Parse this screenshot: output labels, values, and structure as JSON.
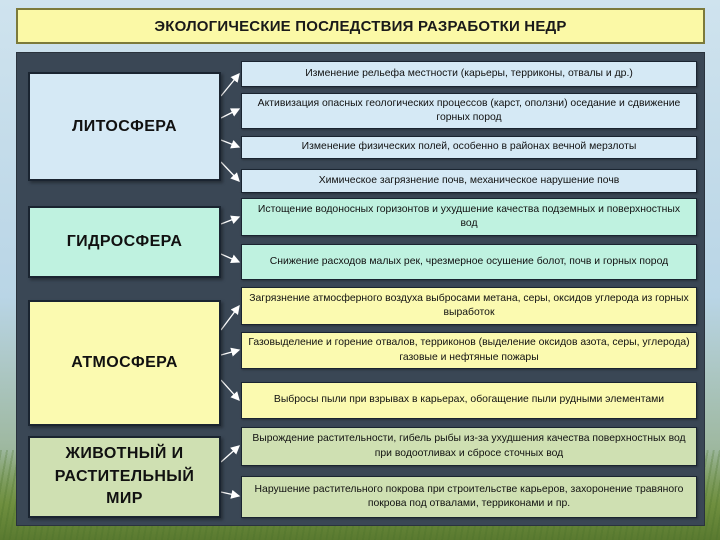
{
  "title": "ЭКОЛОГИЧЕСКИЕ ПОСЛЕДСТВИЯ РАЗРАБОТКИ НЕДР",
  "spheres": [
    {
      "label": "ЛИТОСФЕРА"
    },
    {
      "label": "ГИДРОСФЕРА"
    },
    {
      "label": "АТМОСФЕРА"
    },
    {
      "label": "ЖИВОТНЫЙ И РАСТИТЕЛЬНЫЙ МИР"
    }
  ],
  "effects": [
    "Изменение рельефа местности (карьеры, терриконы, отвалы и др.)",
    "Активизация опасных геологических процессов (карст, оползни) оседание и сдвижение горных пород",
    "Изменение физических полей, особенно в районах вечной мерзлоты",
    "Химическое загрязнение почв, механическое нарушение почв",
    "Истощение водоносных горизонтов и ухудшение качества подземных и поверхностных вод",
    "Снижение расходов малых рек, чрезмерное осушение болот, почв и горных пород",
    "Загрязнение атмосферного воздуха выбросами метана, серы, оксидов углерода из горных выработок",
    "Газовыделение и горение отвалов, терриконов (выделение оксидов азота, серы, углерода) газовые и нефтяные пожары",
    "Выбросы пыли при взрывах в карьерах, обогащение пыли рудными элементами",
    "Вырождение растительности, гибель рыбы из-за ухудшения качества поверхностных вод при водоотливах и сбросе сточных вод",
    "Нарушение растительного покрова при строительстве карьеров, захоронение травяного покрова под отвалами, терриконами и пр."
  ],
  "colors": {
    "lithosphere": "#d5e9f5",
    "hydrosphere": "#bff2e0",
    "atmosphere": "#fbfab0",
    "biosphere": "#cfe0b2",
    "panel": "#3a4755",
    "title_bg": "#fbf9a6"
  }
}
